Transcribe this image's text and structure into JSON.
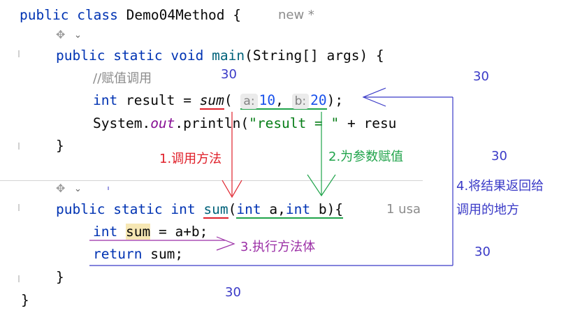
{
  "code": {
    "class_line": {
      "kw1": "public",
      "kw2": "class",
      "name": "Demo04Method",
      "brace": "{",
      "hint": "new *"
    },
    "main_sig": {
      "kw1": "public",
      "kw2": "static",
      "kw3": "void",
      "name": "main",
      "params": "(String[] args) {"
    },
    "comment": "//赋值调用",
    "call_line": {
      "type": "int",
      "var": "result",
      "eq": "=",
      "fn": "sum",
      "open": "(",
      "hint_a": "a:",
      "val_a": "10",
      "comma": ",",
      "hint_b": "b:",
      "val_b": "20",
      "close": ");"
    },
    "print_line": {
      "cls": "System.",
      "field": "out",
      "method": ".println(",
      "str": "\"result = \"",
      "rest": "+ resu"
    },
    "main_close": "}",
    "sum_sig": {
      "kw1": "public",
      "kw2": "static",
      "kw3": "int",
      "name": "sum",
      "open": "(",
      "t1": "int",
      "p1": "a,",
      "t2": "int",
      "p2": "b){",
      "usages": "1 usa"
    },
    "sum_body": {
      "type": "int",
      "var": "sum",
      "expr": "= a+b;"
    },
    "return_line": {
      "kw": "return",
      "expr": "sum;"
    },
    "sum_close": "}",
    "class_close": "}"
  },
  "annotations": {
    "step1": "1.调用方法",
    "step2": "2.为参数赋值",
    "step3": "3.执行方法体",
    "step4_line1": "4.将结果返回给",
    "step4_line2": "调用的地方",
    "value_top": "30",
    "value_right_top": "30",
    "value_right_mid": "30",
    "value_right_bottom": "30",
    "value_bottom": "30"
  },
  "colors": {
    "step1": "#e0202a",
    "step2": "#1fa34a",
    "step3": "#9b2fa6",
    "step4": "#3a3ac7"
  }
}
